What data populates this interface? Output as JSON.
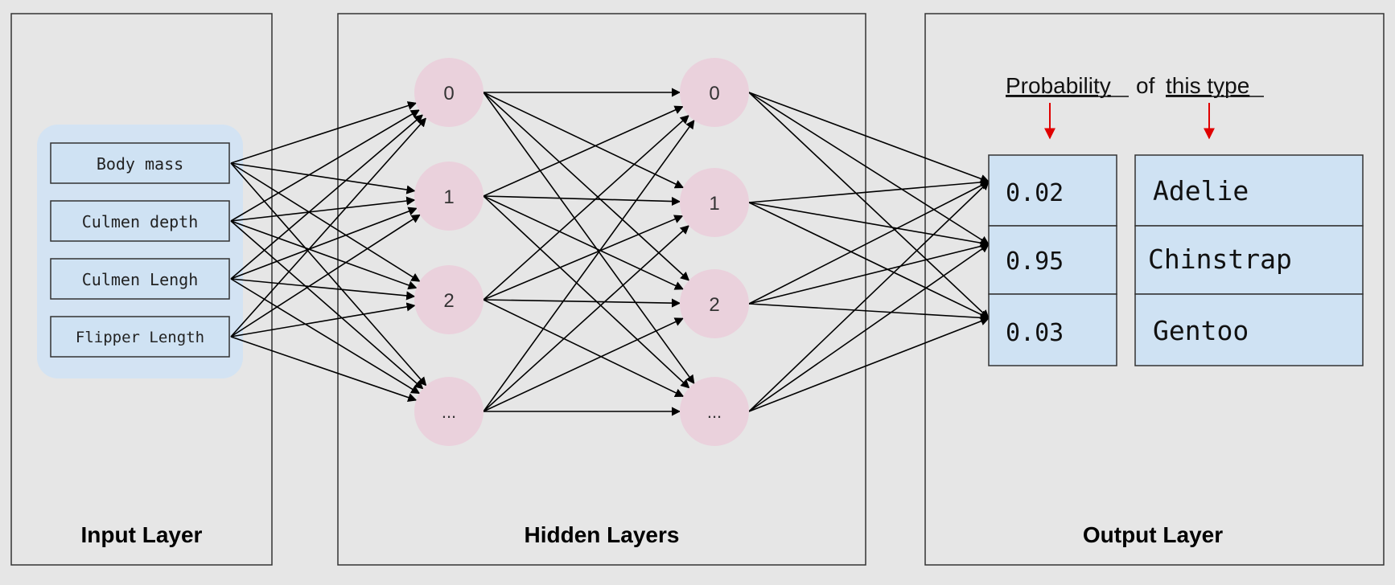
{
  "panels": {
    "input": "Input Layer",
    "hidden": "Hidden Layers",
    "output": "Output Layer"
  },
  "inputs": [
    "Body mass",
    "Culmen depth",
    "Culmen Lengh",
    "Flipper Length"
  ],
  "hidden1": [
    "0",
    "1",
    "2",
    "..."
  ],
  "hidden2": [
    "0",
    "1",
    "2",
    "..."
  ],
  "header": {
    "word1": "Probability",
    "word2": "of",
    "word3": "this type"
  },
  "outputs": [
    {
      "prob": "0.02",
      "species": "Adelie"
    },
    {
      "prob": "0.95",
      "species": "Chinstrap"
    },
    {
      "prob": "0.03",
      "species": "Gentoo"
    }
  ],
  "colors": {
    "background": "#e6e6e6",
    "panel_border": "#333333",
    "input_group": "#d3e3f3",
    "box_fill": "#cfe2f3",
    "node_fill": "#ead1dc",
    "arrow_accent": "#e00000",
    "edge": "#000000"
  }
}
